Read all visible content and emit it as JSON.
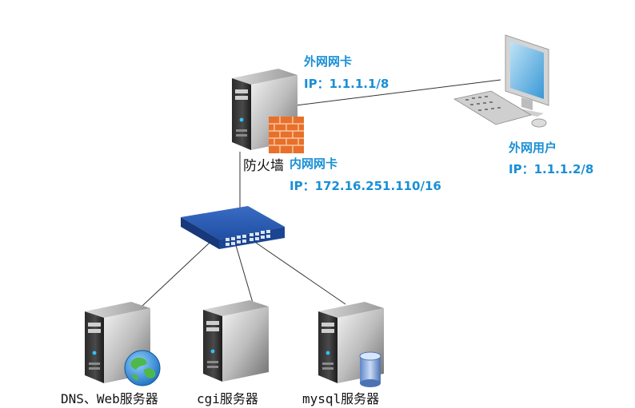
{
  "firewall": {
    "name": "防火墙",
    "external_nic": {
      "title": "外网网卡",
      "ip": "IP：1.1.1.1/8"
    },
    "internal_nic": {
      "title": "内网网卡",
      "ip": "IP：172.16.251.110/16"
    }
  },
  "external_user": {
    "title": "外网用户",
    "ip": "IP：1.1.1.2/8"
  },
  "servers": [
    {
      "label": "DNS、Web服务器"
    },
    {
      "label": "cgi服务器"
    },
    {
      "label": "mysql服务器"
    }
  ],
  "colors": {
    "label_blue": "#1a8fd6",
    "switch_blue": "#1f4fa3",
    "firewall_orange": "#e8702a"
  }
}
